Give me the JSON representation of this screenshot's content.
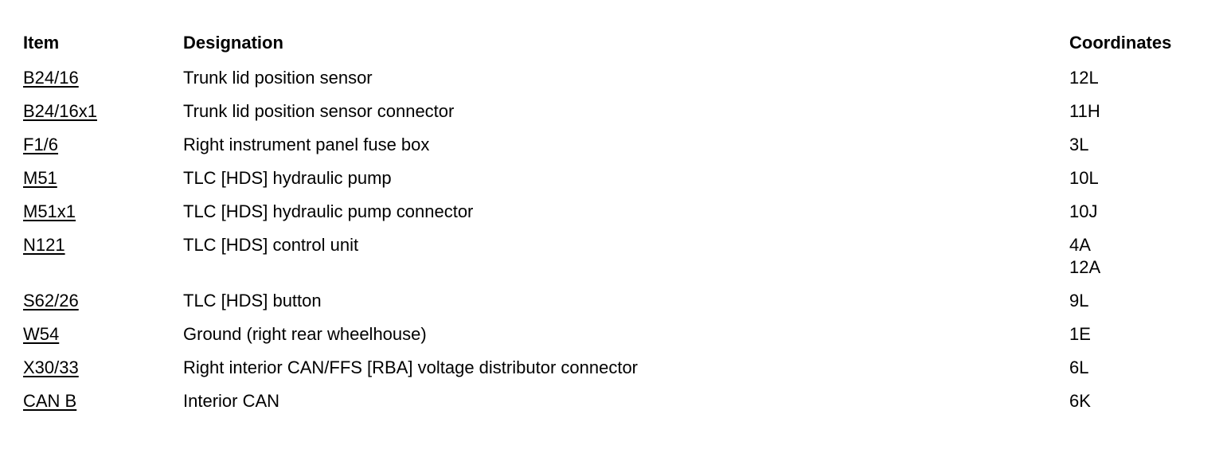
{
  "headers": {
    "item": "Item",
    "designation": "Designation",
    "coordinates": "Coordinates"
  },
  "rows": [
    {
      "item": "B24/16",
      "designation": "Trunk lid position sensor",
      "coordinates": [
        "12L"
      ]
    },
    {
      "item": "B24/16x1",
      "designation": "Trunk lid position sensor connector",
      "coordinates": [
        "11H"
      ]
    },
    {
      "item": "F1/6",
      "designation": "Right instrument panel fuse box",
      "coordinates": [
        "3L"
      ]
    },
    {
      "item": "M51",
      "designation": "TLC [HDS] hydraulic pump",
      "coordinates": [
        "10L"
      ]
    },
    {
      "item": "M51x1",
      "designation": "TLC [HDS] hydraulic pump connector",
      "coordinates": [
        "10J"
      ]
    },
    {
      "item": "N121",
      "designation": "TLC [HDS] control unit",
      "coordinates": [
        "4A",
        "12A"
      ]
    },
    {
      "item": "S62/26",
      "designation": "TLC [HDS] button",
      "coordinates": [
        "9L"
      ]
    },
    {
      "item": "W54",
      "designation": "Ground (right rear wheelhouse)",
      "coordinates": [
        "1E"
      ]
    },
    {
      "item": "X30/33",
      "designation": "Right interior CAN/FFS [RBA] voltage distributor connector",
      "coordinates": [
        "6L"
      ]
    },
    {
      "item": "CAN B",
      "designation": "Interior CAN",
      "coordinates": [
        "6K"
      ]
    }
  ]
}
